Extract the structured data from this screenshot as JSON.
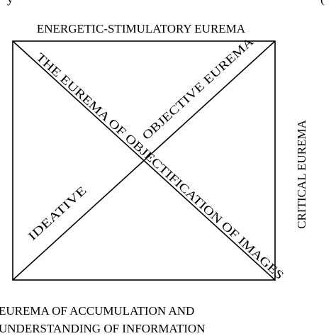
{
  "header_fragment": "y",
  "header_fragment_right": "(",
  "labels": {
    "top": "ENERGETIC-STIMULATORY EUREMA",
    "right": "CRITICAL EUREMA",
    "bottom_line1": "EUREMA OF ACCUMULATION AND",
    "bottom_line2": "UNDERSTANDING OF INFORMATION",
    "diag_main": "THE EUREMA OF OBJECTIFICATION OF IMAGES",
    "diag_upper": "OBJECTIVE EUREMA",
    "diag_lower": "IDEATIVE"
  },
  "colors": {
    "ink": "#000000",
    "background": "#ffffff"
  }
}
